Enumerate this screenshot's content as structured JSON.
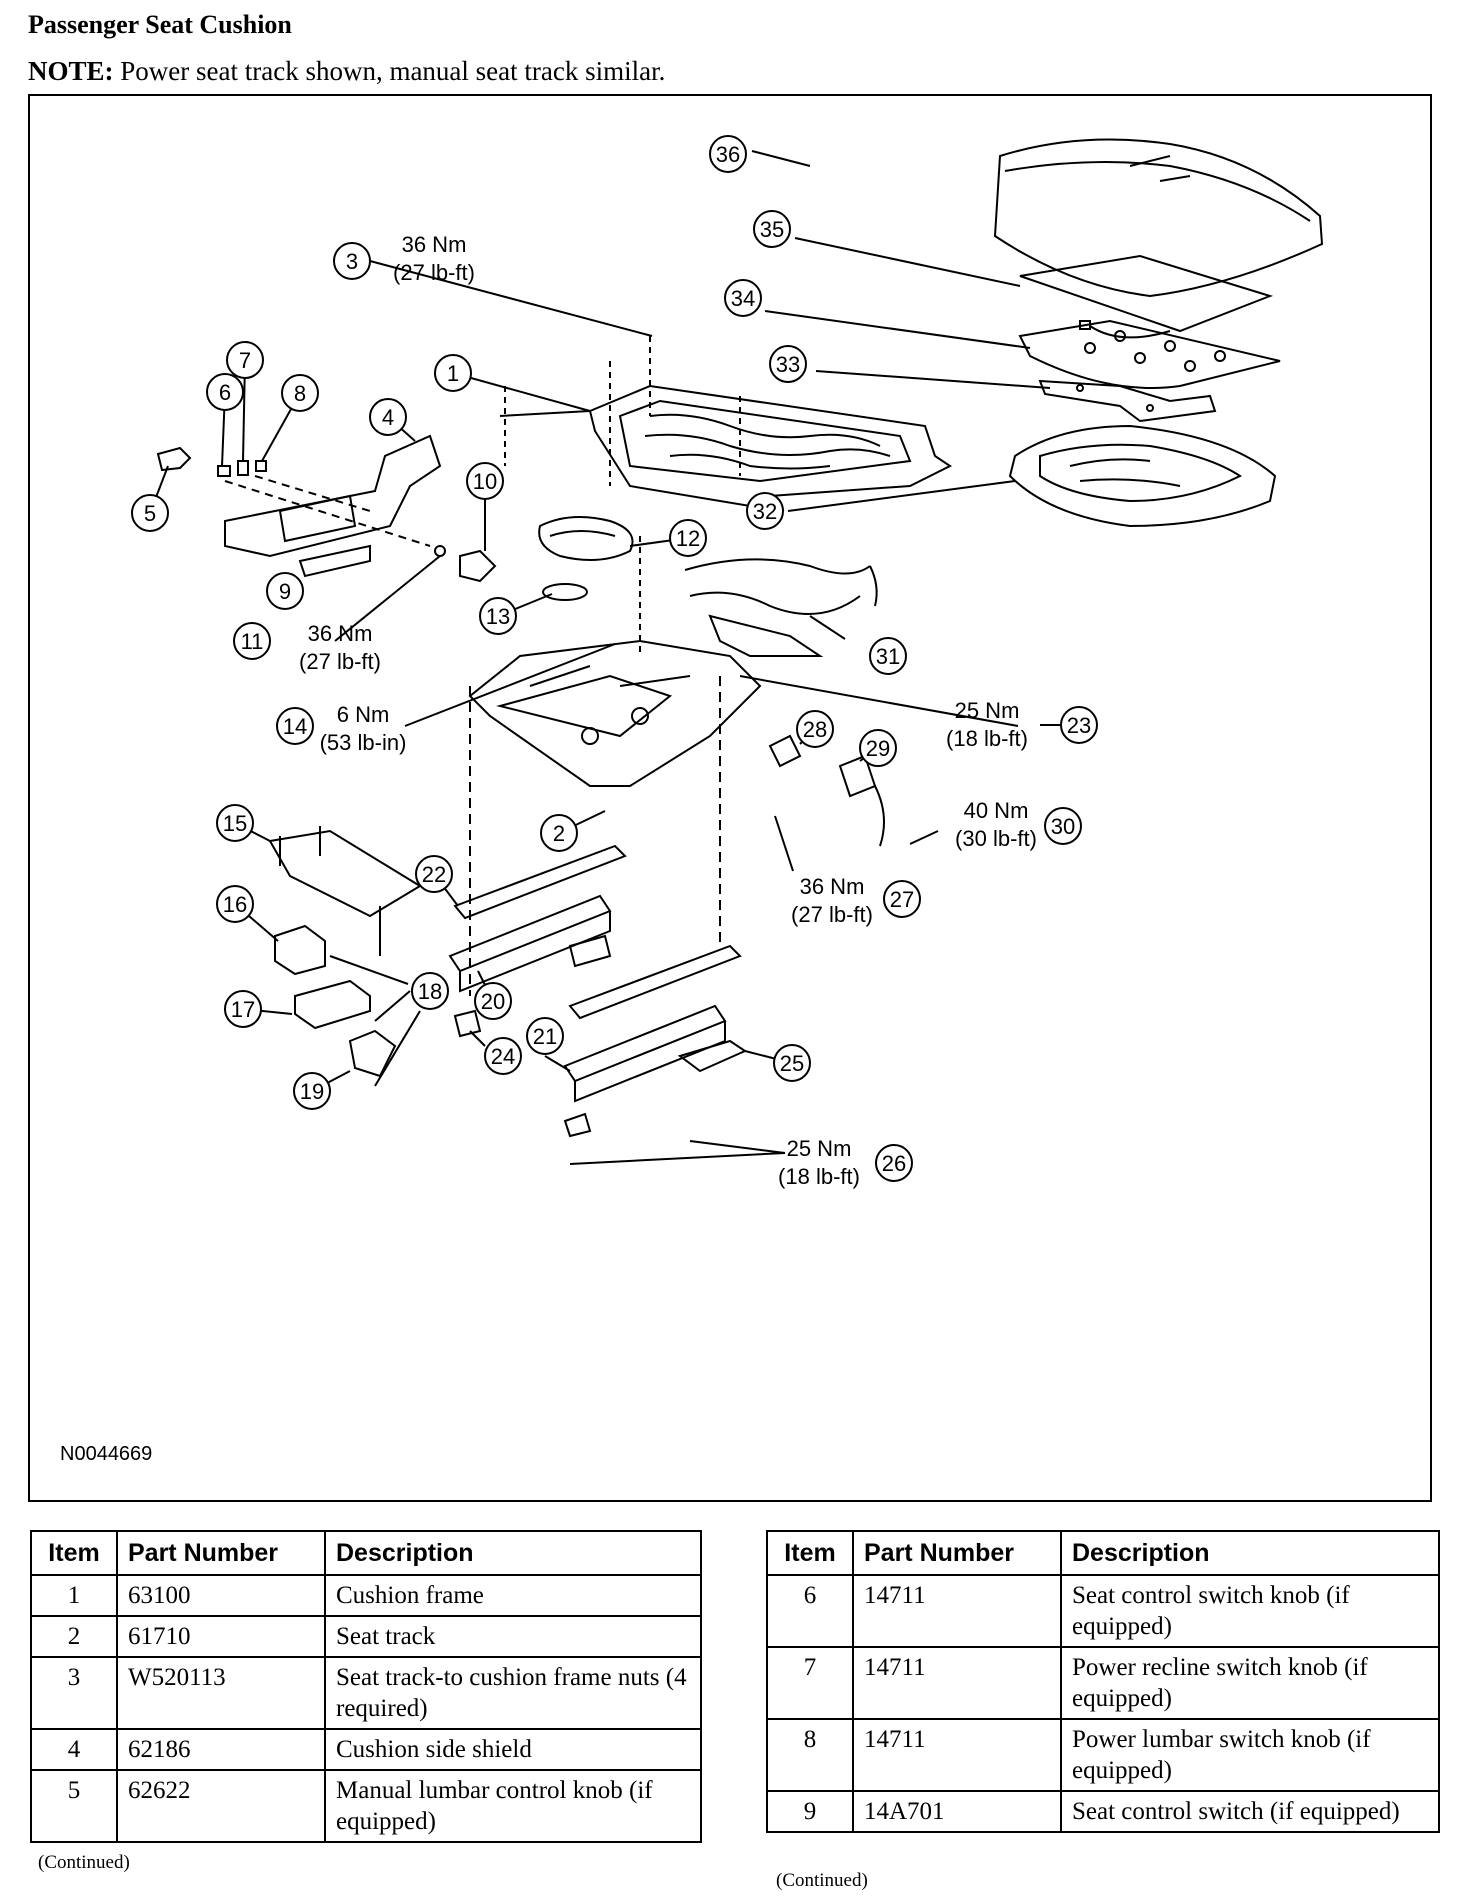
{
  "title": "Passenger Seat Cushion",
  "note_label": "NOTE:",
  "note_text": "Power seat track shown, manual seat track similar.",
  "figure_id": "N0044669",
  "callouts": [
    {
      "n": "1"
    },
    {
      "n": "2"
    },
    {
      "n": "3"
    },
    {
      "n": "4"
    },
    {
      "n": "5"
    },
    {
      "n": "6"
    },
    {
      "n": "7"
    },
    {
      "n": "8"
    },
    {
      "n": "9"
    },
    {
      "n": "10"
    },
    {
      "n": "11"
    },
    {
      "n": "12"
    },
    {
      "n": "13"
    },
    {
      "n": "14"
    },
    {
      "n": "15"
    },
    {
      "n": "16"
    },
    {
      "n": "17"
    },
    {
      "n": "18"
    },
    {
      "n": "19"
    },
    {
      "n": "20"
    },
    {
      "n": "21"
    },
    {
      "n": "22"
    },
    {
      "n": "23"
    },
    {
      "n": "24"
    },
    {
      "n": "25"
    },
    {
      "n": "26"
    },
    {
      "n": "27"
    },
    {
      "n": "28"
    },
    {
      "n": "29"
    },
    {
      "n": "30"
    },
    {
      "n": "31"
    },
    {
      "n": "32"
    },
    {
      "n": "33"
    },
    {
      "n": "34"
    },
    {
      "n": "35"
    },
    {
      "n": "36"
    }
  ],
  "torques": {
    "t3": {
      "nm": "36 Nm",
      "imp": "(27 lb-ft)"
    },
    "t11": {
      "nm": "36 Nm",
      "imp": "(27 lb-ft)"
    },
    "t14": {
      "nm": "6 Nm",
      "imp": "(53 lb-in)"
    },
    "t23": {
      "nm": "25 Nm",
      "imp": "(18 lb-ft)"
    },
    "t30": {
      "nm": "40 Nm",
      "imp": "(30 lb-ft)"
    },
    "t27": {
      "nm": "36 Nm",
      "imp": "(27 lb-ft)"
    },
    "t26": {
      "nm": "25 Nm",
      "imp": "(18 lb-ft)"
    }
  },
  "table_headers": {
    "item": "Item",
    "part": "Part Number",
    "desc": "Description"
  },
  "table_left": [
    {
      "item": "1",
      "part": "63100",
      "desc": "Cushion frame"
    },
    {
      "item": "2",
      "part": "61710",
      "desc": "Seat track"
    },
    {
      "item": "3",
      "part": "W520113",
      "desc": "Seat track-to cushion frame nuts (4 required)"
    },
    {
      "item": "4",
      "part": "62186",
      "desc": "Cushion side shield"
    },
    {
      "item": "5",
      "part": "62622",
      "desc": "Manual lumbar control knob (if equipped)"
    }
  ],
  "table_right": [
    {
      "item": "6",
      "part": "14711",
      "desc": "Seat control switch knob (if equipped)"
    },
    {
      "item": "7",
      "part": "14711",
      "desc": "Power recline switch knob (if equipped)"
    },
    {
      "item": "8",
      "part": "14711",
      "desc": "Power lumbar switch knob (if equipped)"
    },
    {
      "item": "9",
      "part": "14A701",
      "desc": "Seat control switch (if equipped)"
    }
  ],
  "continued": "(Continued)"
}
